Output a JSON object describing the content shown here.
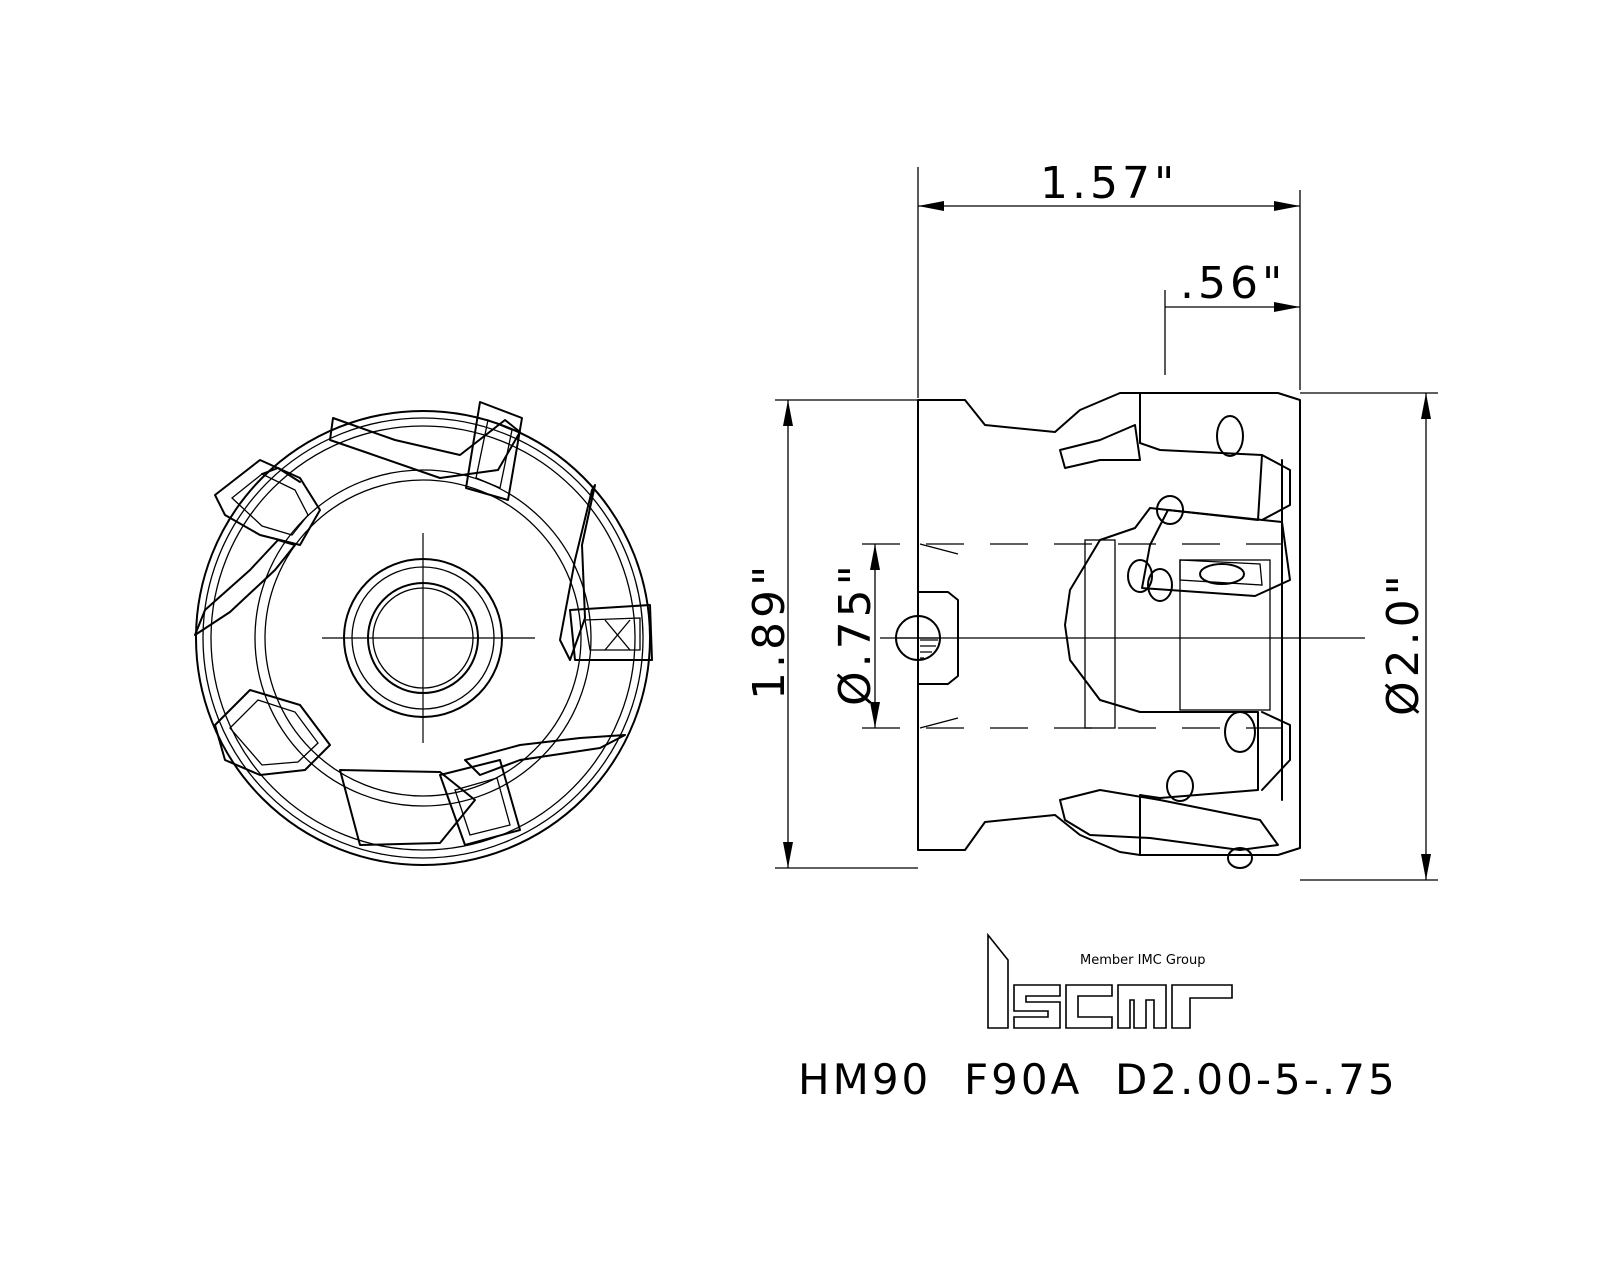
{
  "dimensions": {
    "overall_length": "1.57\"",
    "insert_length": ".56\"",
    "height": "1.89\"",
    "bore_diameter": "Ø.75\"",
    "cutter_diameter": "Ø2.0\""
  },
  "logo": {
    "brand": "iscar",
    "tagline": "Member IMC Group"
  },
  "model_code": "HM90  F90A  D2.00-5-.75"
}
